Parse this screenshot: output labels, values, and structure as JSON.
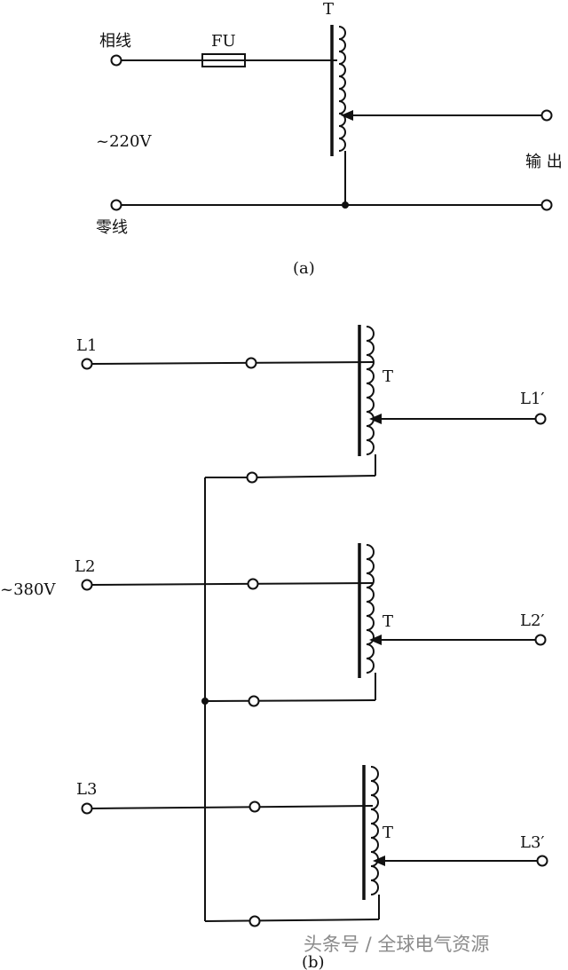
{
  "diagram_a": {
    "phase_line": "相线",
    "fuse": "FU",
    "transformer": "T",
    "voltage": "~220V",
    "output": "输 出",
    "neutral_line": "零线",
    "caption": "(a)"
  },
  "diagram_b": {
    "inputs": [
      "L1",
      "L2",
      "L3"
    ],
    "outputs": [
      "L1′",
      "L2′",
      "L3′"
    ],
    "transformer": "T",
    "voltage": "~380V",
    "caption": "(b)"
  },
  "watermark": "头条号 / 全球电气资源"
}
